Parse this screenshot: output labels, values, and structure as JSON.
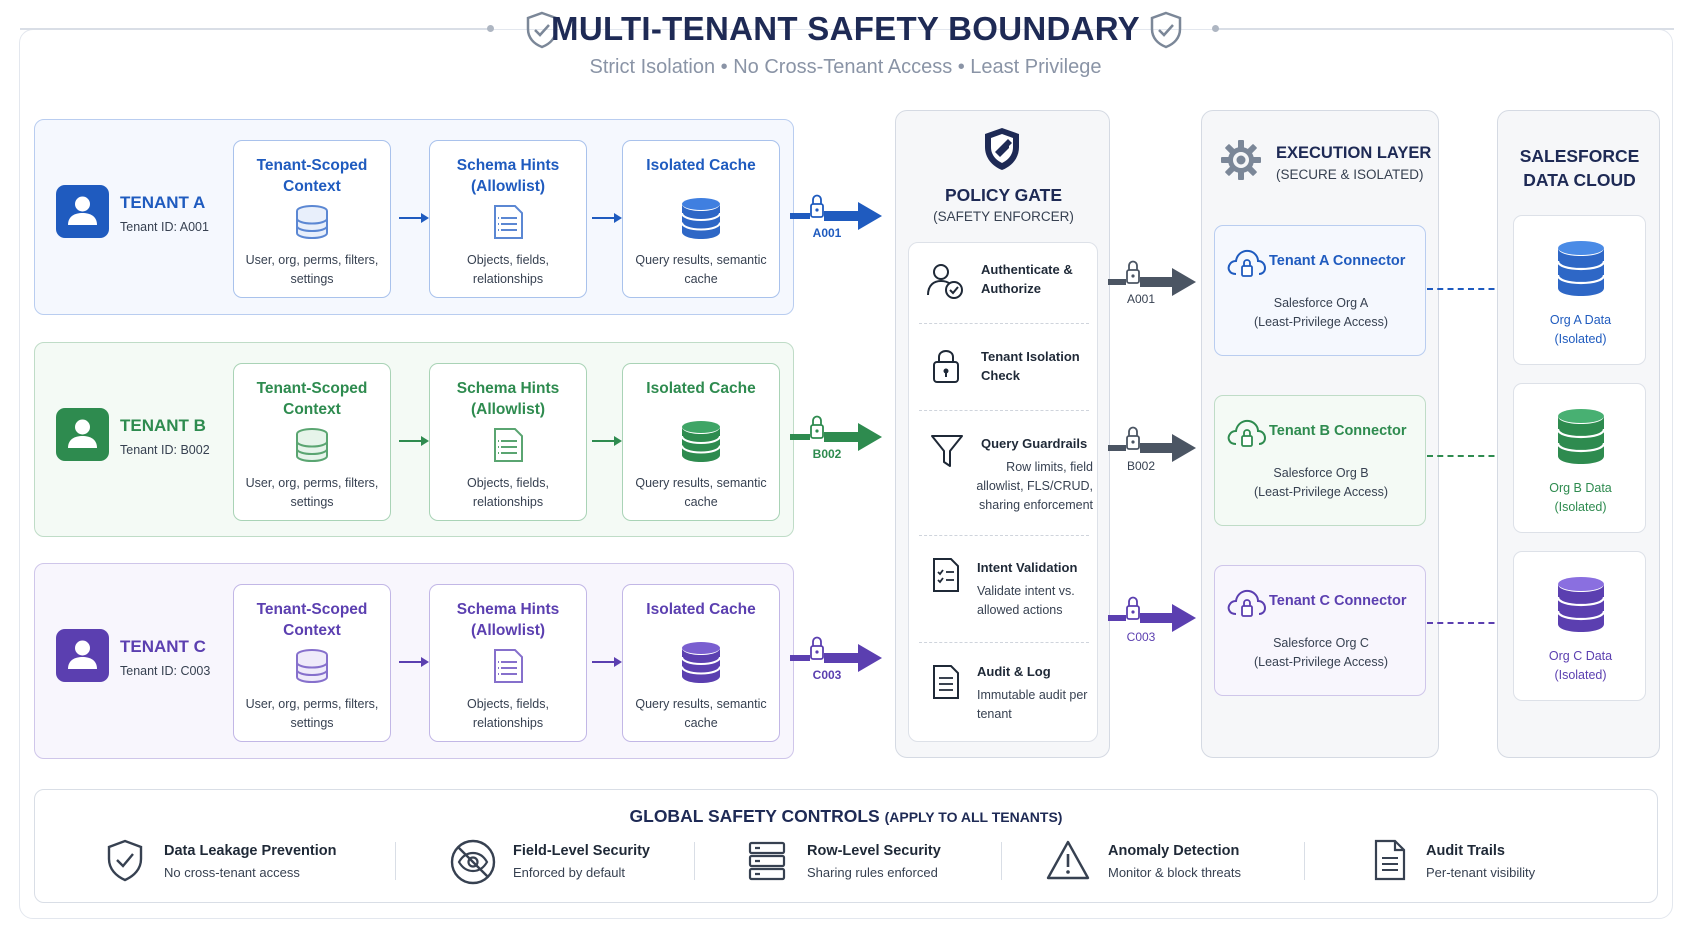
{
  "header": {
    "title": "MULTI-TENANT SAFETY BOUNDARY",
    "subtitle": "Strict Isolation  •  No Cross-Tenant Access  •  Least Privilege"
  },
  "colors": {
    "tenant_a": "#1f5bbf",
    "tenant_b": "#2e8b4f",
    "tenant_c": "#5b3fb0",
    "navy": "#1e2a55",
    "gate_arrow": "#4b5563"
  },
  "tenants": [
    {
      "name": "TENANT A",
      "id_label": "Tenant ID: A001",
      "code": "A001",
      "cards": [
        {
          "title": "Tenant-Scoped Context",
          "desc": "User, org, perms, filters, settings",
          "icon": "database-outline-icon"
        },
        {
          "title": "Schema Hints (Allowlist)",
          "desc": "Objects, fields, relationships",
          "icon": "document-list-icon"
        },
        {
          "title": "Isolated Cache",
          "desc": "Query results, semantic cache",
          "icon": "database-icon"
        }
      ]
    },
    {
      "name": "TENANT B",
      "id_label": "Tenant ID: B002",
      "code": "B002",
      "cards": [
        {
          "title": "Tenant-Scoped Context",
          "desc": "User, org, perms, filters, settings",
          "icon": "database-outline-icon"
        },
        {
          "title": "Schema Hints (Allowlist)",
          "desc": "Objects, fields, relationships",
          "icon": "document-list-icon"
        },
        {
          "title": "Isolated Cache",
          "desc": "Query results, semantic cache",
          "icon": "database-icon"
        }
      ]
    },
    {
      "name": "TENANT C",
      "id_label": "Tenant ID: C003",
      "code": "C003",
      "cards": [
        {
          "title": "Tenant-Scoped Context",
          "desc": "User, org, perms, filters, settings",
          "icon": "database-outline-icon"
        },
        {
          "title": "Schema Hints (Allowlist)",
          "desc": "Objects, fields, relationships",
          "icon": "document-list-icon"
        },
        {
          "title": "Isolated Cache",
          "desc": "Query results, semantic cache",
          "icon": "database-icon"
        }
      ]
    }
  ],
  "policy_gate": {
    "title": "POLICY GATE",
    "subtitle": "(SAFETY ENFORCER)",
    "steps": [
      {
        "title": "Authenticate & Authorize",
        "desc": "",
        "icon": "user-check-icon"
      },
      {
        "title": "Tenant Isolation Check",
        "desc": "",
        "icon": "lock-icon"
      },
      {
        "title": "Query Guardrails",
        "desc": "Row limits, field allowlist, FLS/CRUD, sharing enforcement",
        "icon": "filter-icon"
      },
      {
        "title": "Intent Validation",
        "desc": "Validate intent vs. allowed actions",
        "icon": "checklist-icon"
      },
      {
        "title": "Audit & Log",
        "desc": "Immutable audit per tenant",
        "icon": "log-document-icon"
      }
    ]
  },
  "execution_layer": {
    "title": "EXECUTION LAYER",
    "subtitle": "(SECURE & ISOLATED)",
    "connectors": [
      {
        "title": "Tenant A Connector",
        "line1": "Salesforce Org A",
        "line2": "(Least-Privilege Access)"
      },
      {
        "title": "Tenant B Connector",
        "line1": "Salesforce Org B",
        "line2": "(Least-Privilege Access)"
      },
      {
        "title": "Tenant C Connector",
        "line1": "Salesforce Org C",
        "line2": "(Least-Privilege Access)"
      }
    ]
  },
  "data_cloud": {
    "title_line1": "SALESFORCE",
    "title_line2": "DATA CLOUD",
    "stores": [
      {
        "line1": "Org A Data",
        "line2": "(Isolated)"
      },
      {
        "line1": "Org B Data",
        "line2": "(Isolated)"
      },
      {
        "line1": "Org C Data",
        "line2": "(Isolated)"
      }
    ]
  },
  "global_controls": {
    "title": "GLOBAL SAFETY CONTROLS",
    "title_suffix": "(APPLY TO ALL TENANTS)",
    "items": [
      {
        "title": "Data Leakage Prevention",
        "desc": "No cross-tenant access",
        "icon": "shield-check-icon"
      },
      {
        "title": "Field-Level Security",
        "desc": "Enforced by default",
        "icon": "eye-off-icon"
      },
      {
        "title": "Row-Level Security",
        "desc": "Sharing rules enforced",
        "icon": "rows-icon"
      },
      {
        "title": "Anomaly Detection",
        "desc": "Monitor & block threats",
        "icon": "warning-icon"
      },
      {
        "title": "Audit Trails",
        "desc": "Per-tenant visibility",
        "icon": "document-icon"
      }
    ]
  }
}
